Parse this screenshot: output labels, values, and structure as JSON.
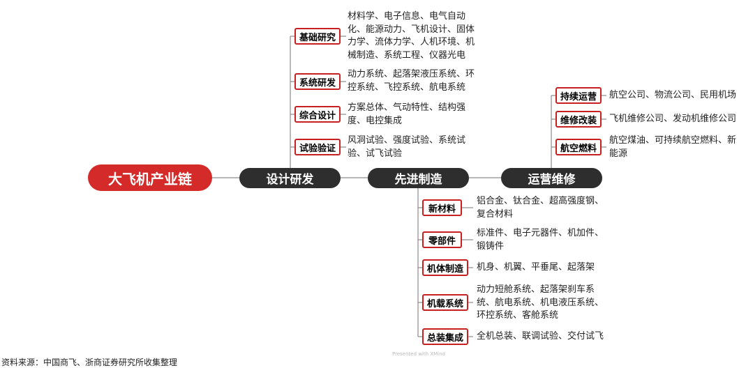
{
  "root": "大飞机产业链",
  "stages": [
    {
      "label": "设计研发",
      "children": [
        {
          "label": "基础研究",
          "desc": [
            "材料学、电子信息、电气自动",
            "化、能源动力、飞机设计、固体",
            "力学、流体力学、人机环境、机",
            "械制造、系统工程、仪器光电"
          ]
        },
        {
          "label": "系统研发",
          "desc": [
            "动力系统、起落架液压系统、环",
            "控系统、飞控系统、航电系统"
          ]
        },
        {
          "label": "综合设计",
          "desc": [
            "方案总体、气动特性、结构强",
            "度、电控集成"
          ]
        },
        {
          "label": "试验验证",
          "desc": [
            "风洞试验、强度试验、系统试",
            "验、试飞试验"
          ]
        }
      ]
    },
    {
      "label": "先进制造",
      "children": [
        {
          "label": "新材料",
          "desc": [
            "铝合金、钛合金、超高强度钢、",
            "复合材料"
          ]
        },
        {
          "label": "零部件",
          "desc": [
            "标准件、电子元器件、机加件、",
            "锻铸件"
          ]
        },
        {
          "label": "机体制造",
          "desc": [
            "机身、机翼、平垂尾、起落架"
          ]
        },
        {
          "label": "机载系统",
          "desc": [
            "动力短舱系统、起落架刹车系",
            "统、航电系统、机电液压系统、",
            "环控系统、客舱系统"
          ]
        },
        {
          "label": "总装集成",
          "desc": [
            "全机总装、联调试验、交付试飞"
          ]
        }
      ]
    },
    {
      "label": "运营维修",
      "children": [
        {
          "label": "持续运营",
          "desc": [
            "航空公司、物流公司、民用机场"
          ]
        },
        {
          "label": "维修改装",
          "desc": [
            "飞机维修公司、发动机维修公司"
          ]
        },
        {
          "label": "航空燃料",
          "desc": [
            "航空煤油、可持续航空燃料、新",
            "能源"
          ]
        }
      ]
    }
  ],
  "source": "资料来源：中国商飞、浙商证券研究所收集整理",
  "watermark": "Presented with XMind",
  "colors": {
    "root": "#d42a2a",
    "main": "#2e2e2e",
    "border": "#c82020",
    "line": "#8a8a8a"
  }
}
